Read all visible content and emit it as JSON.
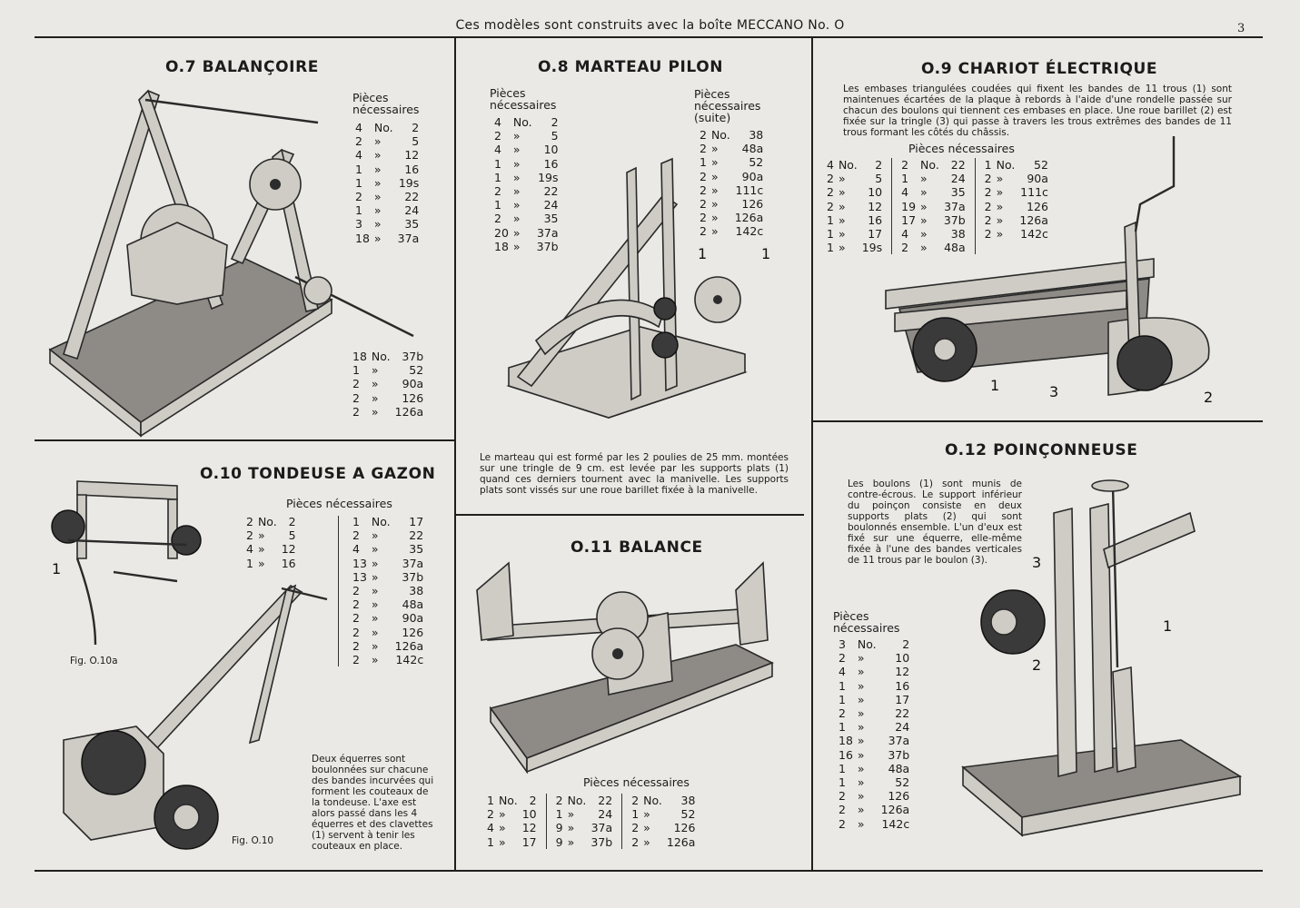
{
  "header": "Ces modèles sont construits avec la boîte MECCANO No. O",
  "page_number": "3",
  "models": {
    "o7": {
      "title": "O.7  BALANÇOIRE",
      "parts_label": [
        "Pièces",
        "nécessaires"
      ],
      "parts": [
        [
          "4",
          "No.",
          "2"
        ],
        [
          "2",
          "»",
          "5"
        ],
        [
          "4",
          "»",
          "12"
        ],
        [
          "1",
          "»",
          "16"
        ],
        [
          "1",
          "»",
          "19s"
        ],
        [
          "2",
          "»",
          "22"
        ],
        [
          "1",
          "»",
          "24"
        ],
        [
          "3",
          "»",
          "35"
        ],
        [
          "18",
          "»",
          "37a"
        ]
      ],
      "parts2": [
        [
          "18",
          "No.",
          "37b"
        ],
        [
          "1",
          "»",
          "52"
        ],
        [
          "2",
          "»",
          "90a"
        ],
        [
          "2",
          "»",
          "126"
        ],
        [
          "2",
          "»",
          "126a"
        ]
      ]
    },
    "o8": {
      "title": "O.8  MARTEAU  PILON",
      "parts_label": [
        "Pièces",
        "nécessaires"
      ],
      "parts": [
        [
          "4",
          "No.",
          "2"
        ],
        [
          "2",
          "»",
          "5"
        ],
        [
          "4",
          "»",
          "10"
        ],
        [
          "1",
          "»",
          "16"
        ],
        [
          "1",
          "»",
          "19s"
        ],
        [
          "2",
          "»",
          "22"
        ],
        [
          "1",
          "»",
          "24"
        ],
        [
          "2",
          "»",
          "35"
        ],
        [
          "20",
          "»",
          "37a"
        ],
        [
          "18",
          "»",
          "37b"
        ]
      ],
      "parts_label2": [
        "Pièces",
        "nécessaires",
        "(suite)"
      ],
      "parts2": [
        [
          "2",
          "No.",
          "38"
        ],
        [
          "2",
          "»",
          "48a"
        ],
        [
          "1",
          "»",
          "52"
        ],
        [
          "2",
          "»",
          "90a"
        ],
        [
          "2",
          "»",
          "111c"
        ],
        [
          "2",
          "»",
          "126"
        ],
        [
          "2",
          "»",
          "126a"
        ],
        [
          "2",
          "»",
          "142c"
        ]
      ],
      "labels": [
        "1",
        "1"
      ],
      "note": "Le marteau qui est formé par les 2 poulies de 25 mm. montées sur une tringle de 9 cm. est levée par les supports plats (1) quand ces derniers tournent avec la manivelle. Les supports plats sont vissés sur une roue barillet fixée à la manivelle."
    },
    "o9": {
      "title": "O.9  CHARIOT  ÉLECTRIQUE",
      "note": "Les embases triangulées coudées qui fixent les bandes de 11 trous (1) sont maintenues écartées de la plaque à rebords à l'aide d'une rondelle passée sur chacun des boulons qui tiennent ces embases en place. Une roue barillet (2) est fixée sur la tringle (3) qui passe à travers les trous extrêmes des bandes de 11 trous formant les côtés du châssis.",
      "parts_label": "Pièces nécessaires",
      "parts": [
        [
          "4",
          "No.",
          "2",
          "2",
          "No.",
          "22",
          "1",
          "No.",
          "52"
        ],
        [
          "2",
          "»",
          "5",
          "1",
          "»",
          "24",
          "2",
          "»",
          "90a"
        ],
        [
          "2",
          "»",
          "10",
          "4",
          "»",
          "35",
          "2",
          "»",
          "111c"
        ],
        [
          "2",
          "»",
          "12",
          "19",
          "»",
          "37a",
          "2",
          "»",
          "126"
        ],
        [
          "1",
          "»",
          "16",
          "17",
          "»",
          "37b",
          "2",
          "»",
          "126a"
        ],
        [
          "1",
          "»",
          "17",
          "4",
          "»",
          "38",
          "2",
          "»",
          "142c"
        ],
        [
          "1",
          "»",
          "19s",
          "2",
          "»",
          "48a",
          "",
          "",
          ""
        ]
      ],
      "labels": [
        "1",
        "3",
        "2"
      ]
    },
    "o10": {
      "title": "O.10  TONDEUSE  A  GAZON",
      "parts_label": "Pièces nécessaires",
      "parts_left": [
        [
          "2",
          "No.",
          "2"
        ],
        [
          "2",
          "»",
          "5"
        ],
        [
          "4",
          "»",
          "12"
        ],
        [
          "1",
          "»",
          "16"
        ]
      ],
      "parts_right": [
        [
          "1",
          "No.",
          "17"
        ],
        [
          "2",
          "»",
          "22"
        ],
        [
          "4",
          "»",
          "35"
        ],
        [
          "13",
          "»",
          "37a"
        ],
        [
          "13",
          "»",
          "37b"
        ],
        [
          "2",
          "»",
          "38"
        ],
        [
          "2",
          "»",
          "48a"
        ],
        [
          "2",
          "»",
          "90a"
        ],
        [
          "2",
          "»",
          "126"
        ],
        [
          "2",
          "»",
          "126a"
        ],
        [
          "2",
          "»",
          "142c"
        ]
      ],
      "fig_a": "Fig. O.10a",
      "fig_b": "Fig. O.10",
      "label": "1",
      "note": "Deux équerres sont boulonnées sur chacune des bandes incurvées qui forment les couteaux de la tondeuse. L'axe est alors passé dans les 4 équerres et des clavettes (1) servent à tenir les couteaux en place."
    },
    "o11": {
      "title": "O.11  BALANCE",
      "parts_label": "Pièces nécessaires",
      "parts": [
        [
          "1",
          "No.",
          "2",
          "2",
          "No.",
          "22",
          "2",
          "No.",
          "38"
        ],
        [
          "2",
          "»",
          "10",
          "1",
          "»",
          "24",
          "1",
          "»",
          "52"
        ],
        [
          "4",
          "»",
          "12",
          "9",
          "»",
          "37a",
          "2",
          "»",
          "126"
        ],
        [
          "1",
          "»",
          "17",
          "9",
          "»",
          "37b",
          "2",
          "»",
          "126a"
        ]
      ]
    },
    "o12": {
      "title": "O.12  POINÇONNEUSE",
      "note": "Les boulons (1) sont munis de contre-écrous. Le support inférieur du poinçon consiste en deux supports plats (2) qui sont boulonnés ensemble. L'un d'eux est fixé sur une équerre, elle-même fixée à l'une des bandes verticales de 11 trous par le boulon (3).",
      "parts_label": [
        "Pièces",
        "nécessaires"
      ],
      "parts": [
        [
          "3",
          "No.",
          "2"
        ],
        [
          "2",
          "»",
          "10"
        ],
        [
          "4",
          "»",
          "12"
        ],
        [
          "1",
          "»",
          "16"
        ],
        [
          "1",
          "»",
          "17"
        ],
        [
          "2",
          "»",
          "22"
        ],
        [
          "1",
          "»",
          "24"
        ],
        [
          "18",
          "»",
          "37a"
        ],
        [
          "16",
          "»",
          "37b"
        ],
        [
          "1",
          "»",
          "48a"
        ],
        [
          "1",
          "»",
          "52"
        ],
        [
          "2",
          "»",
          "126"
        ],
        [
          "2",
          "»",
          "126a"
        ],
        [
          "2",
          "»",
          "142c"
        ]
      ],
      "labels": [
        "3",
        "2",
        "1"
      ]
    }
  }
}
